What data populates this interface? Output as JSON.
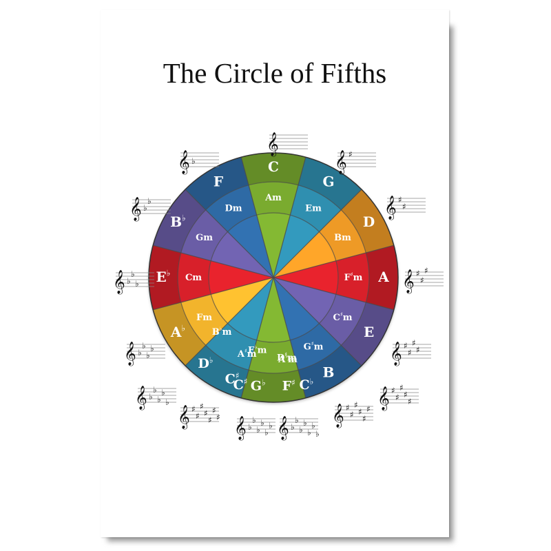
{
  "title": "The Circle of Fifths",
  "colors": {
    "green": "#7aab2f",
    "teal": "#2f8fb0",
    "orange": "#ee9a26",
    "red": "#d8202a",
    "purple": "#6a5da6",
    "blue": "#2e6aa5",
    "yellow": "#f2b42c",
    "line": "#4a4a4a"
  },
  "segments": [
    {
      "major": "C",
      "major_acc": "",
      "minor": "Am",
      "minor_acc": "",
      "color": "green"
    },
    {
      "major": "G",
      "major_acc": "",
      "minor": "Em",
      "minor_acc": "",
      "color": "teal"
    },
    {
      "major": "D",
      "major_acc": "",
      "minor": "Bm",
      "minor_acc": "",
      "color": "orange"
    },
    {
      "major": "A",
      "major_acc": "",
      "minor": "F",
      "minor_acc": "♯m",
      "color": "red"
    },
    {
      "major": "E",
      "major_acc": "",
      "minor": "C",
      "minor_acc": "♯m",
      "color": "purple"
    },
    {
      "major": "B",
      "major_acc": "",
      "minor": "G",
      "minor_acc": "♯m",
      "color": "blue"
    },
    {
      "major": "G",
      "major_acc": "♭",
      "minor": "E",
      "minor_acc": "♭m",
      "color": "green",
      "alt_major": "F",
      "alt_major_acc": "♯",
      "alt_minor": "D",
      "alt_minor_acc": "♯m"
    },
    {
      "major": "D",
      "major_acc": "♭",
      "minor": "B",
      "minor_acc": "♭m",
      "color": "teal",
      "alt_major": "C",
      "alt_major_acc": "♯",
      "alt_minor": "A",
      "alt_minor_acc": "♯m"
    },
    {
      "major": "A",
      "major_acc": "♭",
      "minor": "Fm",
      "minor_acc": "",
      "color": "yellow"
    },
    {
      "major": "E",
      "major_acc": "♭",
      "minor": "Cm",
      "minor_acc": "",
      "color": "red"
    },
    {
      "major": "B",
      "major_acc": "♭",
      "minor": "Gm",
      "minor_acc": "",
      "color": "purple"
    },
    {
      "major": "F",
      "major_acc": "",
      "minor": "Dm",
      "minor_acc": "",
      "color": "blue"
    }
  ],
  "enharmonic_extra": {
    "left_major": "C",
    "left_major_acc": "♯",
    "right_major": "C",
    "right_major_acc": "♭",
    "right_minor": "A",
    "right_minor_acc": "♭m"
  },
  "key_signatures": [
    {
      "name": "C",
      "accidental": "",
      "count": 0
    },
    {
      "name": "G",
      "accidental": "♯",
      "count": 1
    },
    {
      "name": "D",
      "accidental": "♯",
      "count": 2
    },
    {
      "name": "A",
      "accidental": "♯",
      "count": 3
    },
    {
      "name": "E",
      "accidental": "♯",
      "count": 4
    },
    {
      "name": "B",
      "accidental": "♯",
      "count": 5
    },
    {
      "name": "F♯",
      "accidental": "♯",
      "count": 6
    },
    {
      "name": "C♯",
      "accidental": "♯",
      "count": 7
    },
    {
      "name": "G♭",
      "accidental": "♭",
      "count": 6
    },
    {
      "name": "C♭",
      "accidental": "♭",
      "count": 7
    },
    {
      "name": "D♭",
      "accidental": "♭",
      "count": 5
    },
    {
      "name": "A♭",
      "accidental": "♭",
      "count": 4
    },
    {
      "name": "E♭",
      "accidental": "♭",
      "count": 3
    },
    {
      "name": "B♭",
      "accidental": "♭",
      "count": 2
    },
    {
      "name": "F",
      "accidental": "♭",
      "count": 1
    }
  ],
  "clef_glyph": "𝄞"
}
